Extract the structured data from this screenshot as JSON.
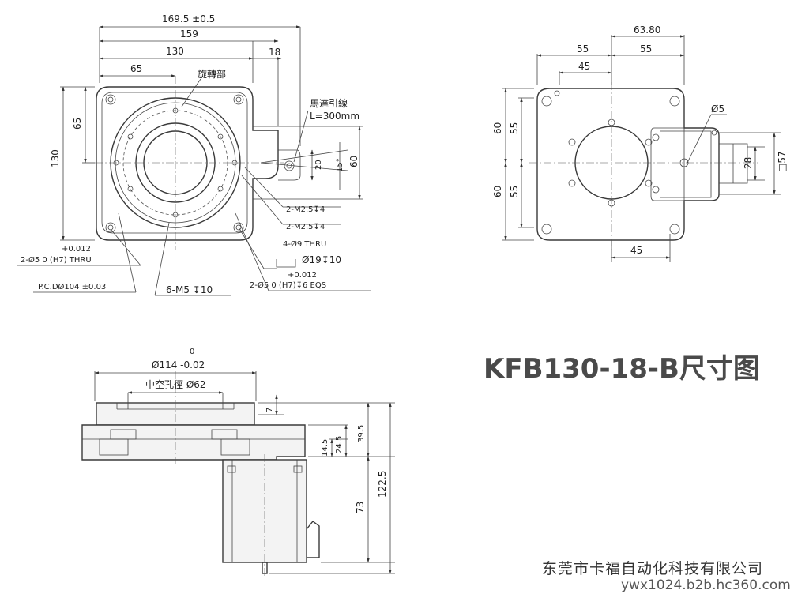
{
  "title": "KFB130-18-B尺寸图",
  "company": "东莞市卡福自动化科技有限公司",
  "website": "ywx1024.b2b.hc360.com",
  "top_view": {
    "dim_overall": "169.5 ±0.5",
    "dim_159": "159",
    "dim_130_w": "130",
    "dim_65_w": "65",
    "dim_18": "18",
    "dim_130_h": "130",
    "dim_65_h": "65",
    "dim_20": "20",
    "dim_15deg": "15°",
    "dim_60": "60",
    "label_rotating": "旋轉部",
    "label_motor_lead": "馬達引線",
    "label_lead_length": "L=300mm",
    "note_m25_a": "2-M2.5↧4",
    "note_m25_b": "2-M2.5↧4",
    "note_thru": "4-Ø9 THRU",
    "note_cbore": "Ø19↧10",
    "note_pin_tol_a": "+0.012",
    "note_pin_a": "2-Ø5  0  (H7) THRU",
    "note_pcd": "P.C.DØ104 ±0.03",
    "note_m5": "6-M5 ↧10",
    "note_pin_tol_b": "+0.012",
    "note_pin_b": "2-Ø5  0  (H7)↧6 EQS"
  },
  "bottom_view": {
    "dim_63_80": "63.80",
    "dim_55_top_l": "55",
    "dim_55_top_r": "55",
    "dim_45_top": "45",
    "dim_60_upper": "60",
    "dim_55_upper": "55",
    "dim_60_lower": "60",
    "dim_55_lower": "55",
    "dim_phi5": "Ø5",
    "dim_28": "28",
    "dim_sq57": "□57",
    "dim_45_bottom": "45"
  },
  "side_view": {
    "dim_tol_top": "0",
    "dim_phi114": "Ø114 -0.02",
    "label_hollow": "中空孔徑 Ø62",
    "dim_7": "7",
    "dim_14_5": "14.5",
    "dim_24_5": "24.5",
    "dim_39_5": "39.5",
    "dim_73": "73",
    "dim_122_5": "122.5"
  }
}
